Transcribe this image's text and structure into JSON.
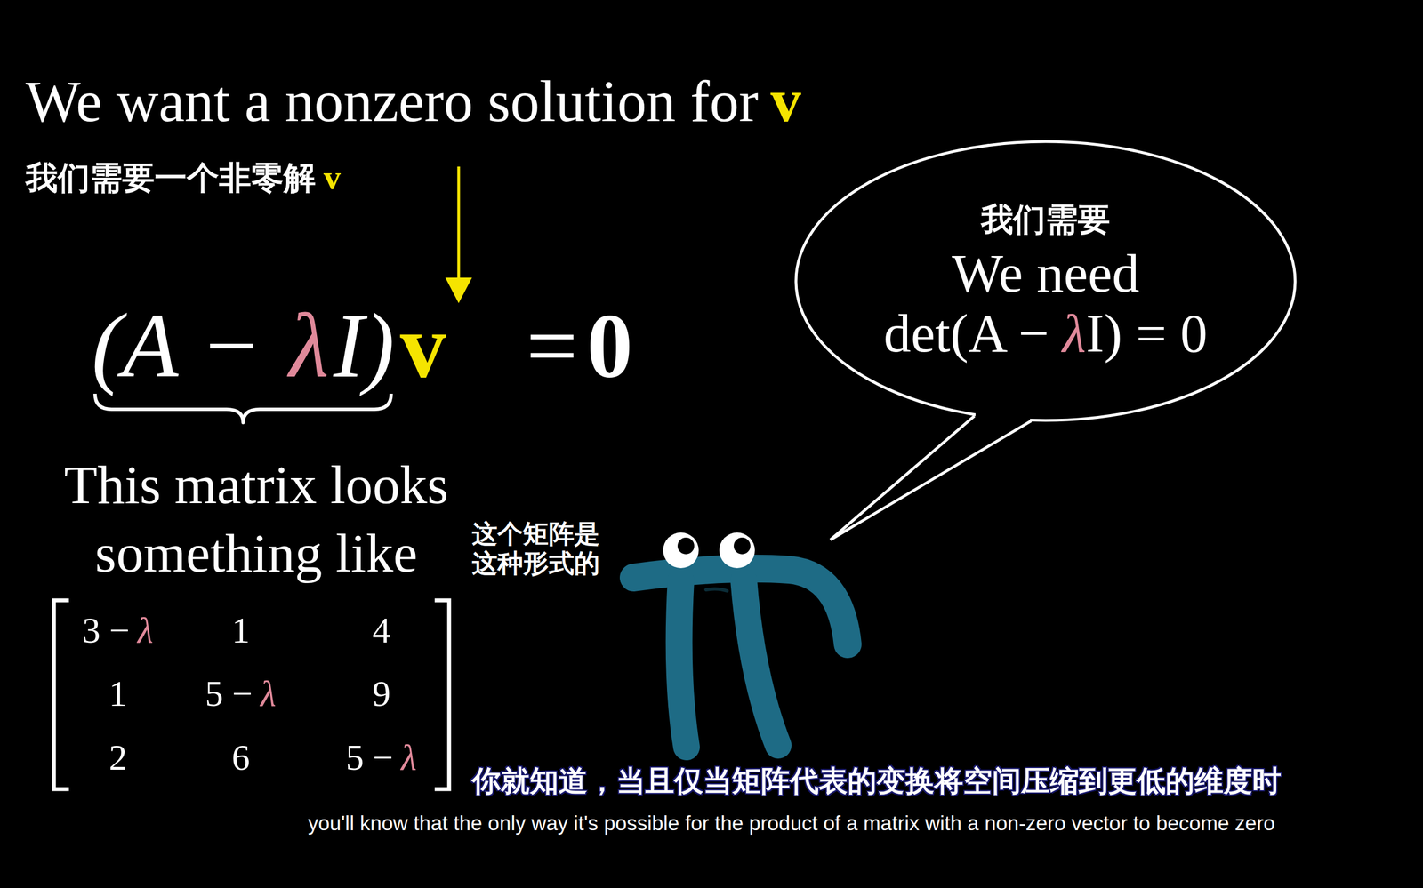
{
  "diagram": {
    "nodes": [
      {
        "text": [
          "我们需要",
          "We need",
          "det(A −",
          "λ",
          "I) = 0"
        ]
      }
    ],
    "labels": [
      "We want a nonzero solution for",
      "v⃗",
      "我们需要一个非零解",
      "v⃗",
      "(A −",
      "λ",
      "I)",
      "v⃗",
      "=",
      "0⃗",
      "This matrix looks something like",
      "这个矩阵是 这种形式的",
      "3 −",
      "λ",
      "1",
      "4",
      "1",
      "5 −",
      "λ",
      "9",
      "2",
      "6",
      "5 −",
      "λ",
      "你就知道，当且仅当矩阵代表的变换将空间压缩到更低的维度时",
      "you'll know that the only way it's possible for the product of a matrix with a non-zero vector to become zero"
    ]
  }
}
